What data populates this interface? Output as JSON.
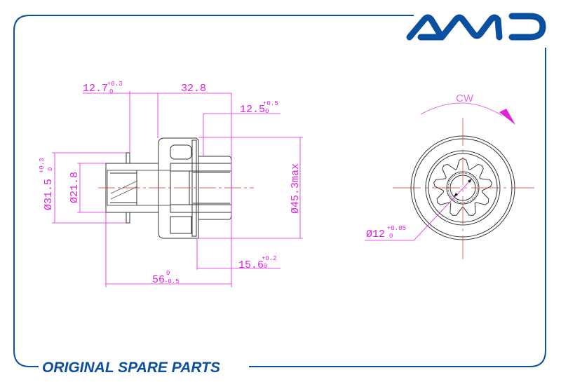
{
  "brand": {
    "logo_text": "AMD",
    "footer_text": "ORIGINAL SPARE PARTS",
    "color": "#0b4fa0"
  },
  "side_view": {
    "dim_12_7": {
      "value": "12.7",
      "upper": "+0.3",
      "lower": "0"
    },
    "dim_32_8": {
      "value": "32.8"
    },
    "dim_12_5": {
      "value": "12.5",
      "upper": "+0.5",
      "lower": "0"
    },
    "dim_45_3": {
      "value": "Ø45.3max"
    },
    "dim_31_5": {
      "value": "Ø31.5",
      "upper": "+0.3",
      "lower": "0"
    },
    "dim_21_8": {
      "value": "Ø21.8"
    },
    "dim_15_6": {
      "value": "15.6",
      "upper": "+0.2",
      "lower": "0"
    },
    "dim_56": {
      "value": "56",
      "upper": "0",
      "lower": "-0.5"
    }
  },
  "front_view": {
    "rotation_label": "CW",
    "dim_12": {
      "value": "Ø12",
      "upper": "+0.05",
      "lower": "0"
    }
  },
  "colors": {
    "dimension": "#e020e0",
    "centerline": "#e03030",
    "outline": "#333333"
  }
}
